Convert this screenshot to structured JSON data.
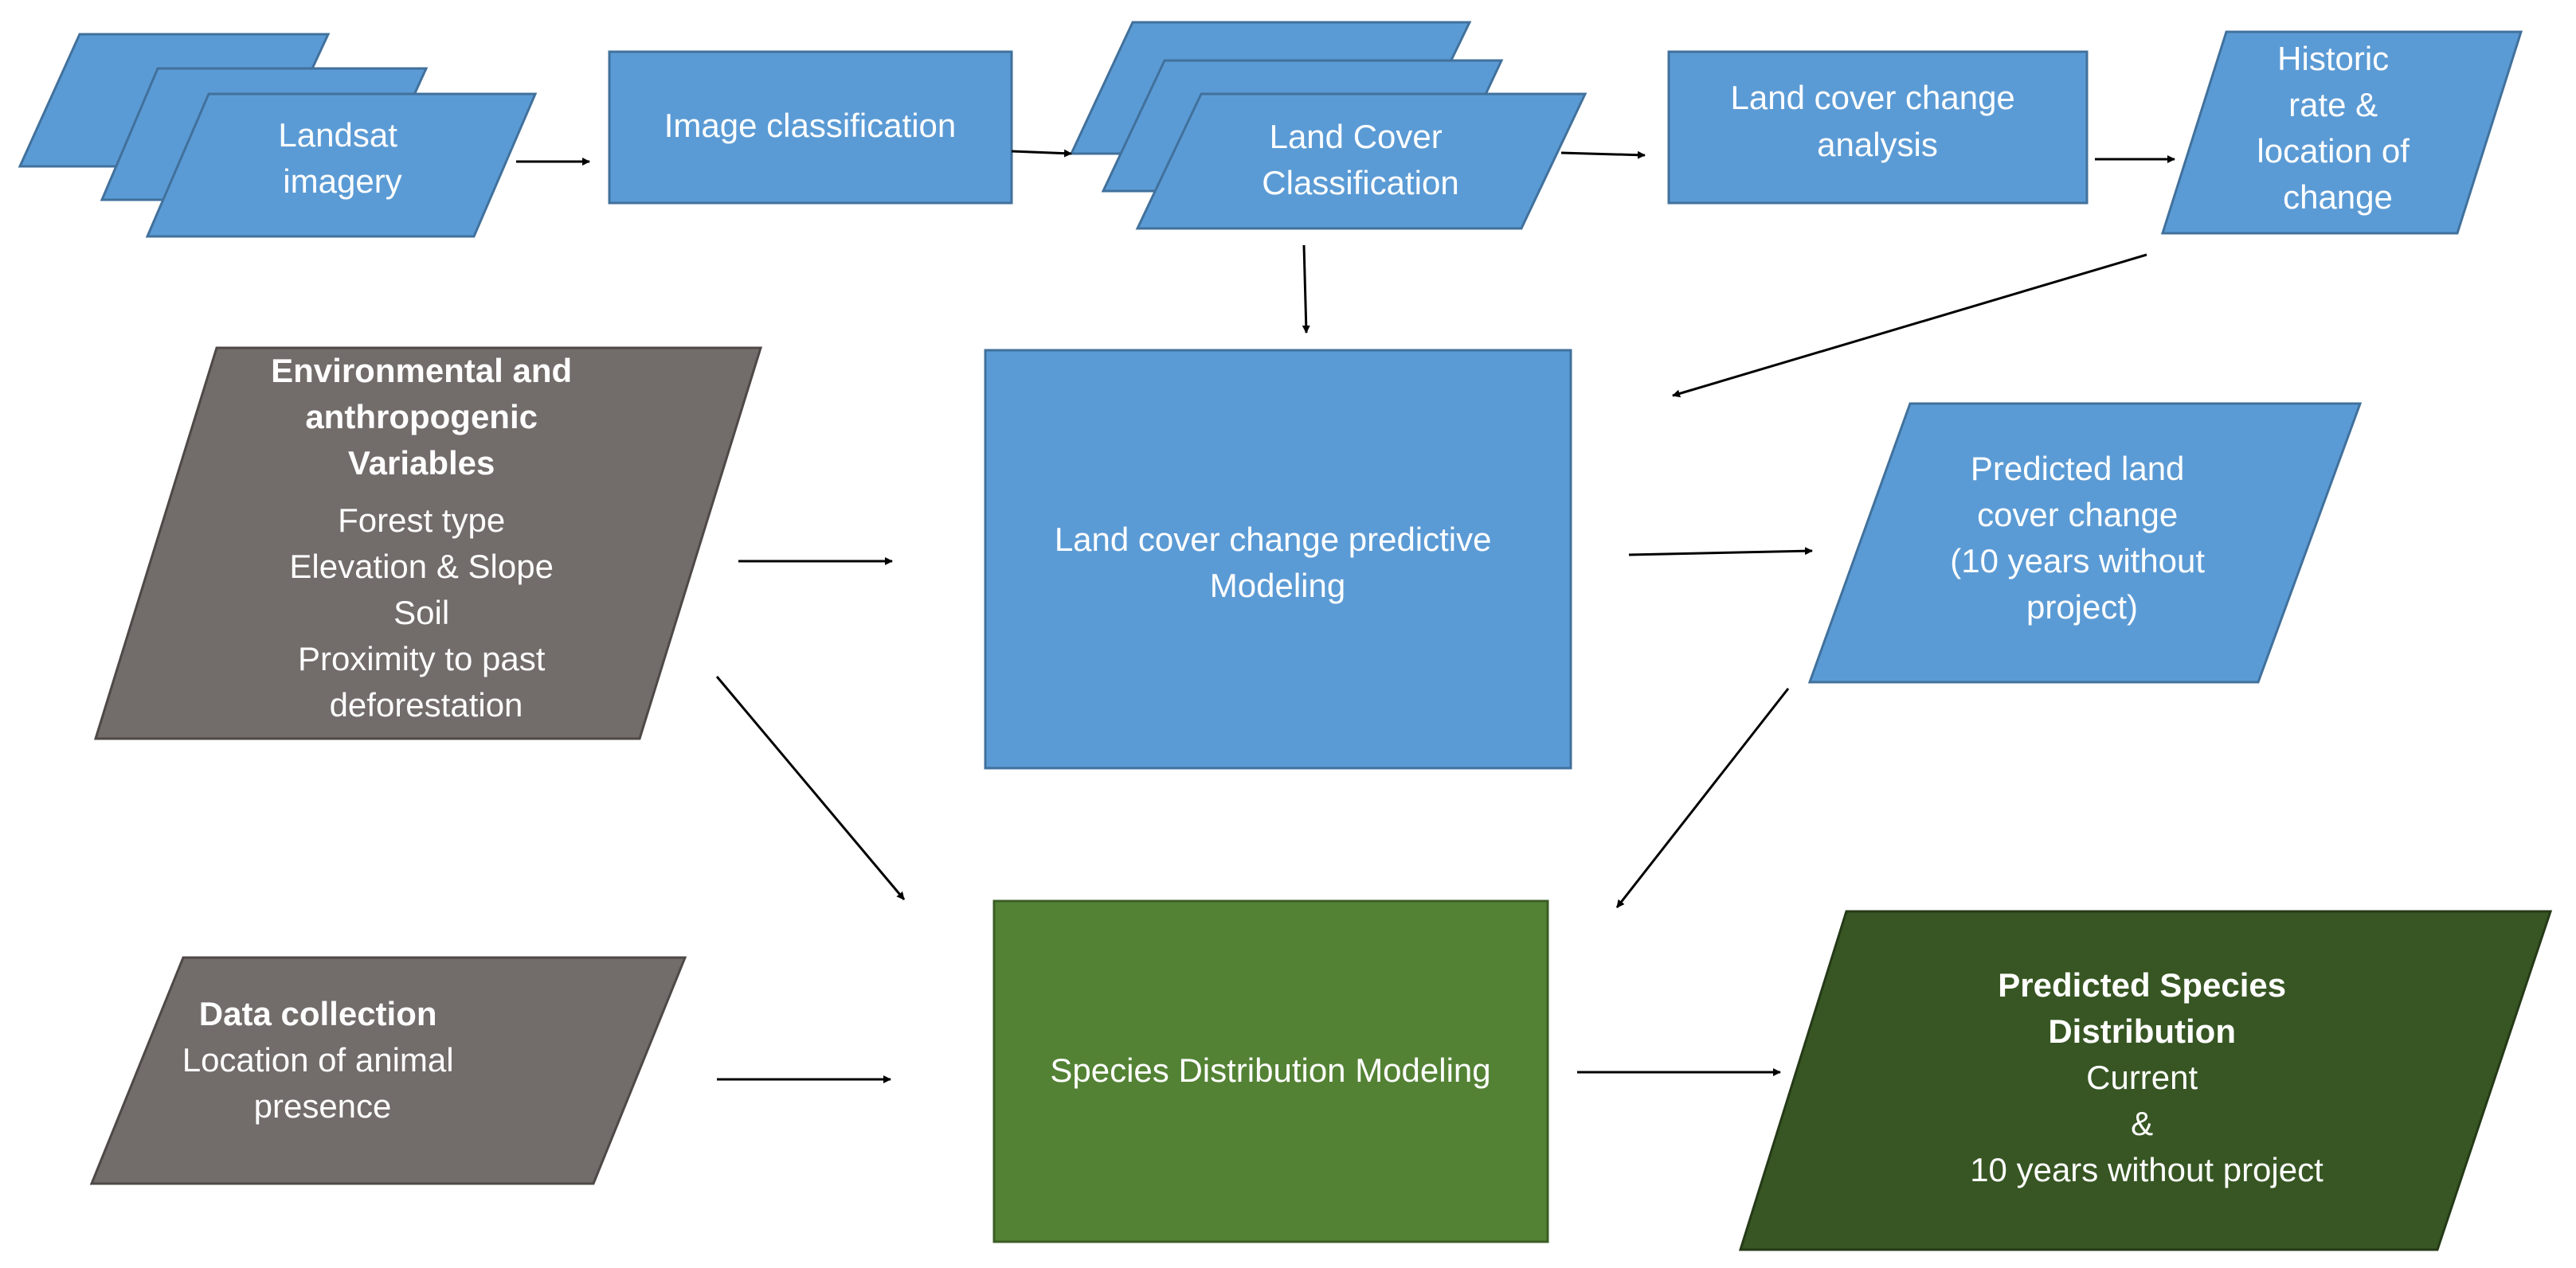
{
  "colors": {
    "blue_fill": "#5b9bd5",
    "blue_stroke": "#41719c",
    "gray_fill": "#726c6a",
    "gray_stroke": "#4e4846",
    "green_fill": "#548235",
    "green_stroke": "#3b5d25",
    "darkgreen_fill": "#375623",
    "darkgreen_stroke": "#253a17",
    "text_light": "#ffffff",
    "arrow": "#000000"
  },
  "nodes": {
    "landsat_imagery": {
      "lines": [
        "Landsat",
        "imagery"
      ]
    },
    "image_classification": {
      "lines": [
        "Image classification"
      ]
    },
    "land_cover_classification": {
      "lines": [
        "Land Cover",
        "Classification"
      ]
    },
    "land_cover_change_analysis": {
      "lines": [
        "Land cover change",
        "analysis"
      ]
    },
    "historic_rate": {
      "lines": [
        "Historic",
        "rate &",
        "location of",
        "change"
      ]
    },
    "env_variables": {
      "bold_lines": [
        "Environmental and",
        "anthropogenic",
        "Variables"
      ],
      "lines": [
        "Forest type",
        "Elevation & Slope",
        "Soil",
        "Proximity to past",
        "deforestation"
      ]
    },
    "land_cover_predictive_modeling": {
      "lines": [
        "Land cover change predictive",
        "Modeling"
      ]
    },
    "predicted_land_cover_change": {
      "lines": [
        "Predicted land",
        "cover change",
        "(10 years without",
        "project)"
      ]
    },
    "data_collection": {
      "bold_lines": [
        "Data collection"
      ],
      "lines": [
        "Location of animal",
        "presence"
      ]
    },
    "species_distribution_modeling": {
      "lines": [
        "Species Distribution Modeling"
      ]
    },
    "predicted_species_distribution": {
      "bold_lines": [
        "Predicted Species",
        "Distribution"
      ],
      "lines": [
        "Current",
        "&",
        "10 years without project"
      ]
    }
  }
}
